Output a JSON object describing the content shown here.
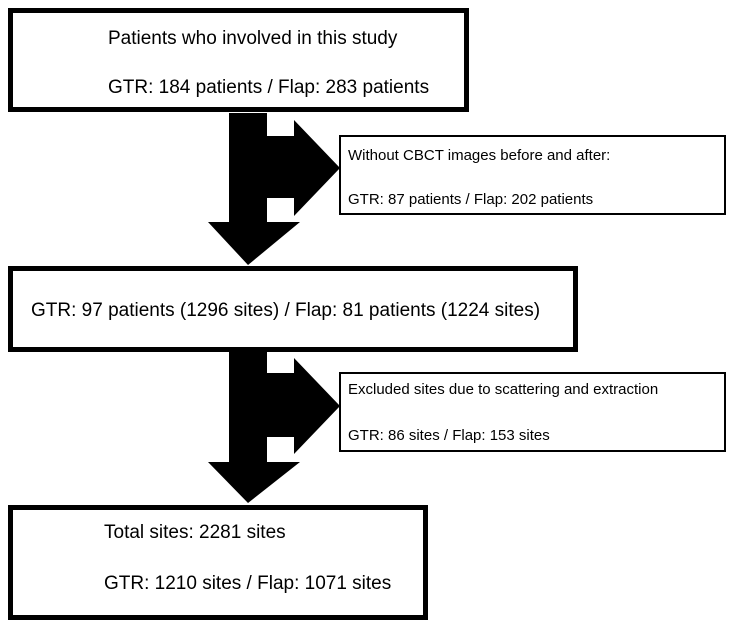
{
  "boxes": {
    "study_patients": {
      "line1": "Patients who involved in this study",
      "line2": "GTR: 184 patients / Flap: 283 patients"
    },
    "excluded_no_cbct": {
      "line1": "Without CBCT images before and after:",
      "line2": "GTR: 87 patients / Flap: 202 patients"
    },
    "included_patients": {
      "line1": "GTR: 97 patients (1296 sites) /  Flap: 81 patients (1224 sites)"
    },
    "excluded_sites": {
      "line1": "Excluded sites due to scattering and extraction",
      "line2": "GTR: 86 sites / Flap: 153 sites"
    },
    "total_sites": {
      "line1": "Total sites: 2281 sites",
      "line2": "GTR: 1210 sites  / Flap: 1071 sites"
    }
  },
  "colors": {
    "stroke": "#000000",
    "background": "#ffffff"
  }
}
